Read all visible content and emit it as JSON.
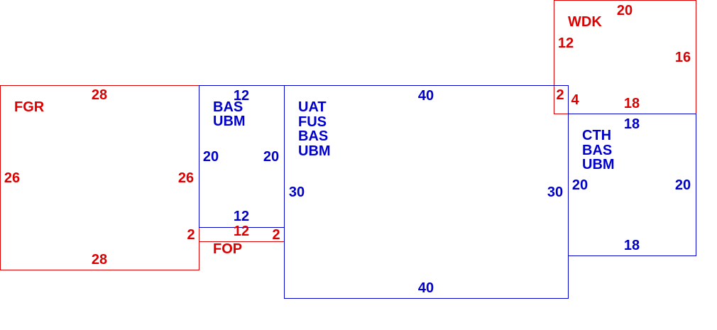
{
  "colors": {
    "red": "#dd0000",
    "blue": "#0000cc",
    "background": "#ffffff"
  },
  "diagram": {
    "fgr": {
      "name": "FGR",
      "top": "28",
      "bottom": "28",
      "left": "26",
      "right": "26",
      "gap": "2"
    },
    "bas": {
      "line1": "BAS",
      "line2": "UBM",
      "top": "12",
      "left": "20",
      "right": "20",
      "bottom": "12"
    },
    "fop": {
      "name": "FOP",
      "top": "12",
      "right": "2"
    },
    "uat": {
      "line1": "UAT",
      "line2": "FUS",
      "line3": "BAS",
      "line4": "UBM",
      "top": "40",
      "bottom": "40",
      "left": "30",
      "right": "30"
    },
    "wdk": {
      "name": "WDK",
      "top": "20",
      "left": "12",
      "right": "16",
      "bottom": "18",
      "gap_left": "2",
      "gap_right": "4"
    },
    "cth": {
      "line1": "CTH",
      "line2": "BAS",
      "line3": "UBM",
      "top": "18",
      "left": "20",
      "right": "20",
      "bottom": "18"
    }
  }
}
